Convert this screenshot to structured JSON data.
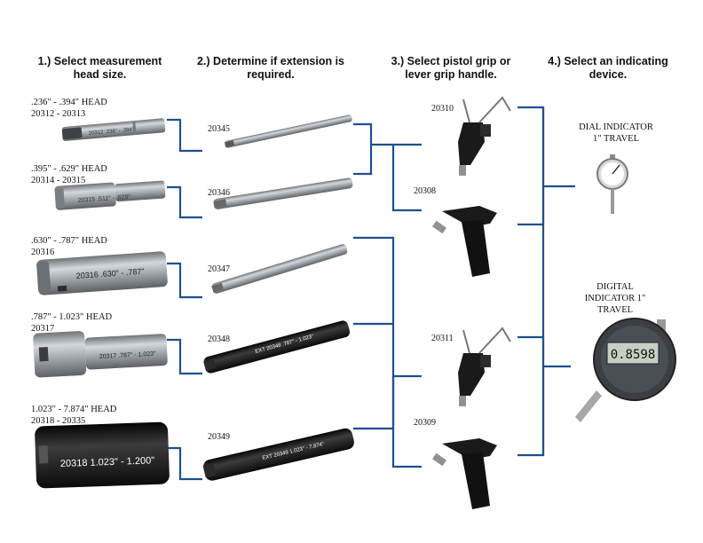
{
  "steps": [
    {
      "line1": "1.) Select measurement",
      "line2": "head size."
    },
    {
      "line1": "2.) Determine if extension is",
      "line2": "required."
    },
    {
      "line1": "3.) Select pistol grip or",
      "line2": "lever grip handle."
    },
    {
      "line1": "4.) Select an indicating",
      "line2": "device."
    }
  ],
  "heads": [
    {
      "range": ".236\" - .394\" HEAD",
      "parts": "20312 - 20313",
      "engraving": "20312  .236\" - .394\""
    },
    {
      "range": ".395\" - .629\" HEAD",
      "parts": "20314 - 20315",
      "engraving": "20315  .511\" - .629\""
    },
    {
      "range": ".630\" - .787\" HEAD",
      "parts": "20316",
      "engraving": "20316  .630\" - .787\""
    },
    {
      "range": ".787\" - 1.023\" HEAD",
      "parts": "20317",
      "engraving": "20317  .787\" - 1.023\""
    },
    {
      "range": "1.023\" - 7.874\" HEAD",
      "parts": "20318 - 20335",
      "engraving": "20318  1.023\" - 1.200\""
    }
  ],
  "extensions": [
    {
      "part": "20345"
    },
    {
      "part": "20346"
    },
    {
      "part": "20347"
    },
    {
      "part": "20348",
      "engraving": "EXT 20348  .787\" - 1.023\""
    },
    {
      "part": "20349",
      "engraving": "EXT 20349  1.023\" - 7.874\""
    }
  ],
  "handles": [
    {
      "part": "20310",
      "type": "lever"
    },
    {
      "part": "20308",
      "type": "pistol"
    },
    {
      "part": "20311",
      "type": "lever"
    },
    {
      "part": "20309",
      "type": "pistol"
    }
  ],
  "devices": [
    {
      "line1": "DIAL INDICATOR",
      "line2": "1\" TRAVEL"
    },
    {
      "line1": "DIGITAL",
      "line2": "INDICATOR 1\"",
      "line3": "TRAVEL"
    }
  ],
  "digital_display": "0.8598",
  "colors": {
    "connector": "#1f4f8f",
    "steel": "#9da3a8",
    "black_part": "#1c1c1c"
  }
}
